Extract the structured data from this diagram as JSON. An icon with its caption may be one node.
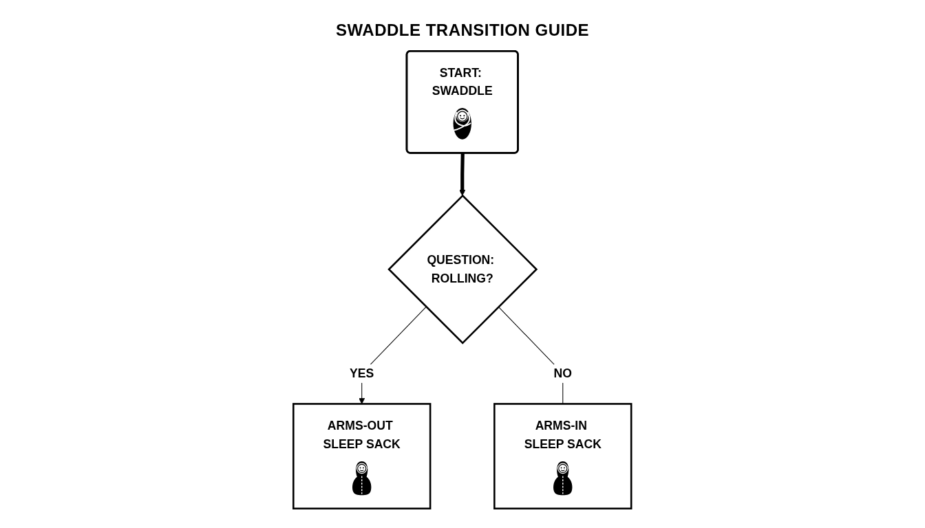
{
  "diagram": {
    "title": "SWADDLE TRANSITION GUIDE",
    "nodes": [
      {
        "text": [
          "START: SWADDLE"
        ]
      },
      {
        "text": [
          "QUESTION: ROLLING?"
        ]
      },
      {
        "text": [
          "ARMS-OUT SLEEP SACK"
        ]
      },
      {
        "text": [
          "ARMS-IN SLEEP SACK"
        ]
      }
    ],
    "edges": [
      {
        "from": 0,
        "to": 1,
        "arrow": "to",
        "style": "thick"
      },
      {
        "from": 1,
        "to": 2,
        "arrow": "to",
        "label": "YES"
      },
      {
        "from": 1,
        "to": 3,
        "arrow": "none",
        "label": "NO"
      }
    ]
  }
}
